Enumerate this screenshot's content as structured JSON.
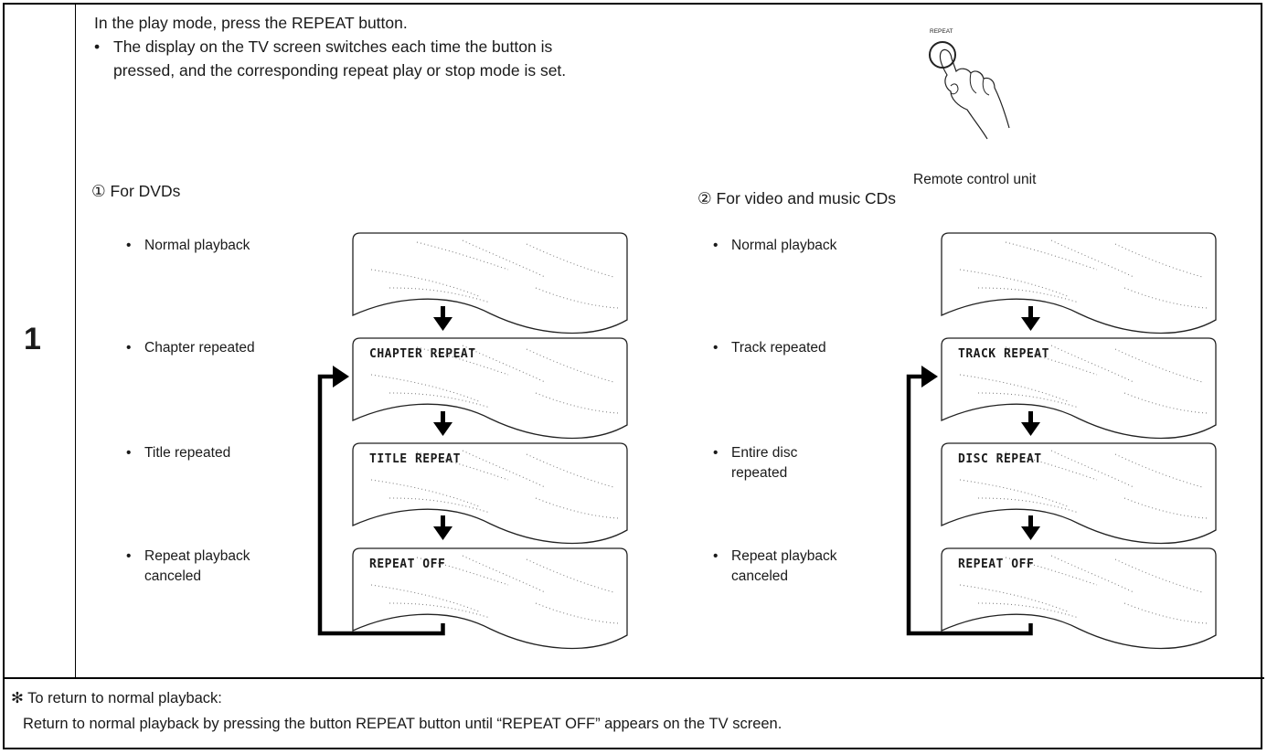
{
  "step": {
    "number": "1"
  },
  "intro": {
    "line1": "In the play mode, press the REPEAT button.",
    "bullet": "•",
    "line2a": "The display on the TV screen switches each time the button is",
    "line2b": "pressed, and the corresponding repeat play  or stop mode is set."
  },
  "remote": {
    "button_label": "REPEAT",
    "caption": "Remote control unit",
    "icon": "hand-pressing-button-icon"
  },
  "dvd": {
    "heading": "① For DVDs",
    "labels": [
      "Normal playback",
      "Chapter repeated",
      "Title repeated",
      "Repeat playback canceled"
    ],
    "screens": [
      "",
      "CHAPTER REPEAT",
      "TITLE REPEAT",
      "REPEAT OFF"
    ]
  },
  "cd": {
    "heading": "② For video and music CDs",
    "labels": [
      "Normal playback",
      "Track repeated",
      "Entire disc repeated",
      "Repeat playback canceled"
    ],
    "screens": [
      "",
      "TRACK REPEAT",
      "DISC REPEAT",
      "REPEAT OFF"
    ]
  },
  "note": {
    "star": "✻",
    "line1": "To return to normal playback:",
    "line2": "Return to normal playback by pressing the button REPEAT button until “REPEAT OFF” appears on the TV screen."
  }
}
